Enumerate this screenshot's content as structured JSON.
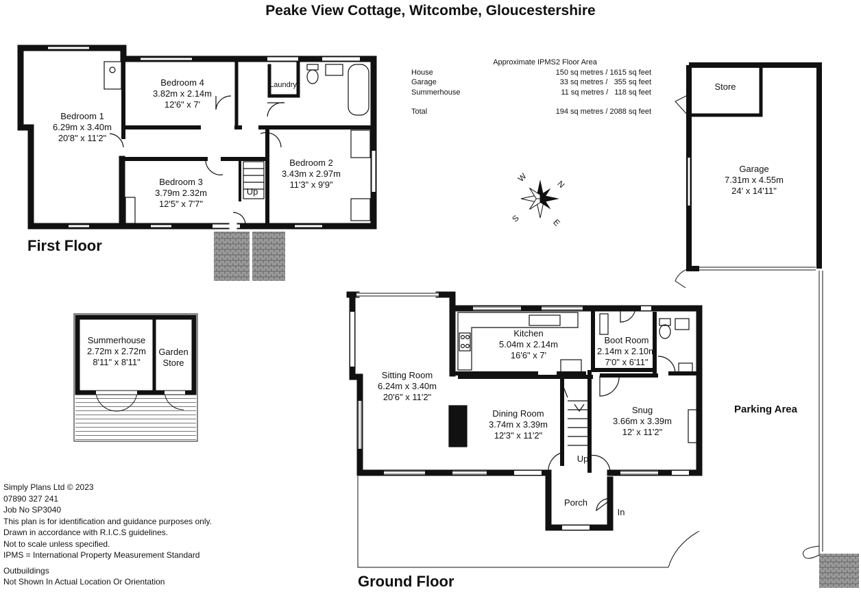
{
  "title": "Peake View Cottage, Witcombe, Gloucestershire",
  "floors": {
    "first": "First Floor",
    "ground": "Ground Floor"
  },
  "area_table": {
    "heading": "Approximate IPMS2 Floor Area",
    "rows": [
      {
        "name": "House",
        "value": "150 sq metres / 1615 sq feet"
      },
      {
        "name": "Garage",
        "value": "33 sq metres /   355 sq feet"
      },
      {
        "name": "Summerhouse",
        "value": "11 sq metres /   118 sq feet"
      },
      {
        "name": "Total",
        "value": "194 sq metres / 2088 sq feet"
      }
    ]
  },
  "rooms": {
    "bedroom1": {
      "name": "Bedroom 1",
      "metric": "6.29m x 3.40m",
      "imperial": "20'8\" x 11'2\""
    },
    "bedroom4": {
      "name": "Bedroom 4",
      "metric": "3.82m x 2.14m",
      "imperial": "12'6\" x 7'"
    },
    "laundry": {
      "name": "Laundry"
    },
    "bedroom2": {
      "name": "Bedroom 2",
      "metric": "3.43m x 2.97m",
      "imperial": "11'3\" x 9'9\""
    },
    "bedroom3": {
      "name": "Bedroom 3",
      "metric": "3.79m 2.32m",
      "imperial": "12'5\" x 7'7\""
    },
    "stairs_up_first": "Up",
    "store": {
      "name": "Store"
    },
    "garage": {
      "name": "Garage",
      "metric": "7.31m x 4.55m",
      "imperial": "24' x 14'11\""
    },
    "summerhouse": {
      "name": "Summerhouse",
      "metric": "2.72m x 2.72m",
      "imperial": "8'11\" x 8'11\""
    },
    "garden_store": {
      "name_line1": "Garden",
      "name_line2": "Store"
    },
    "kitchen": {
      "name": "Kitchen",
      "metric": "5.04m x 2.14m",
      "imperial": "16'6\" x 7'"
    },
    "boot_room": {
      "name": "Boot Room",
      "metric": "2.14m x 2.10m",
      "imperial": "7'0\" x 6'11\""
    },
    "sitting_room": {
      "name": "Sitting Room",
      "metric": "6.24m x 3.40m",
      "imperial": "20'6\" x 11'2\""
    },
    "dining_room": {
      "name": "Dining Room",
      "metric": "3.74m x 3.39m",
      "imperial": "12'3\" x 11'2\""
    },
    "snug": {
      "name": "Snug",
      "metric": "3.66m x 3.39m",
      "imperial": "12' x 11'2\""
    },
    "stairs_up_ground": "Up",
    "porch": {
      "name": "Porch"
    },
    "entrance": "In",
    "parking": "Parking Area"
  },
  "compass": {
    "n": "N",
    "e": "E",
    "s": "S",
    "w": "W"
  },
  "notes": [
    "Simply Plans Ltd © 2023",
    "07890 327 241",
    "Job No SP3040",
    "This plan is for identification and guidance purposes only.",
    "Drawn in accordance with R.I.C.S guidelines.",
    "Not to scale unless specified.",
    "IPMS = International Property Measurement Standard",
    "Outbuildings",
    "Not Shown In Actual Location Or Orientation"
  ],
  "colors": {
    "wall": "#111111",
    "paving": "#8a8a8a",
    "decking": "#9a9a9a"
  }
}
